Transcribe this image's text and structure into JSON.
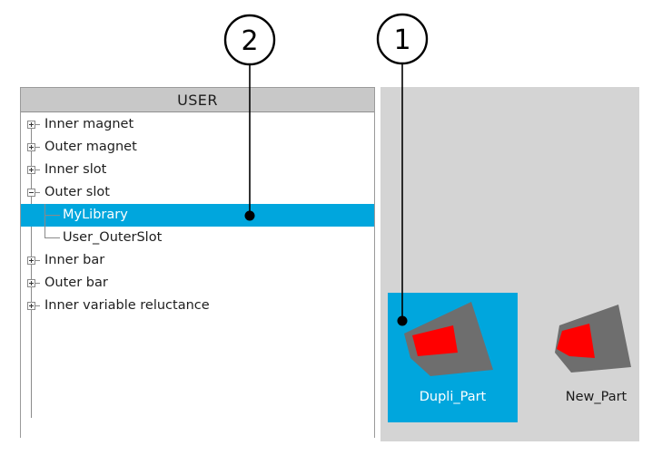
{
  "tree": {
    "header": "USER",
    "items": [
      {
        "label": "Inner magnet",
        "level": 0,
        "expander": "plus",
        "selected": false
      },
      {
        "label": "Outer magnet",
        "level": 0,
        "expander": "plus",
        "selected": false
      },
      {
        "label": "Inner slot",
        "level": 0,
        "expander": "plus",
        "selected": false
      },
      {
        "label": "Outer slot",
        "level": 0,
        "expander": "minus",
        "selected": false
      },
      {
        "label": "MyLibrary",
        "level": 1,
        "expander": "none",
        "selected": true
      },
      {
        "label": "User_OuterSlot",
        "level": 1,
        "expander": "none",
        "selected": false
      },
      {
        "label": "Inner bar",
        "level": 0,
        "expander": "plus",
        "selected": false
      },
      {
        "label": "Outer bar",
        "level": 0,
        "expander": "plus",
        "selected": false
      },
      {
        "label": "Inner variable reluctance",
        "level": 0,
        "expander": "plus",
        "selected": false
      }
    ]
  },
  "gallery": {
    "tiles": [
      {
        "label": "Dupli_Part",
        "selected": true
      },
      {
        "label": "New_Part",
        "selected": false
      }
    ]
  },
  "callouts": [
    {
      "number": "2"
    },
    {
      "number": "1"
    }
  ],
  "colors": {
    "selection_blue": "#00a6dd",
    "panel_gray": "#d4d4d4",
    "header_gray": "#c8c8c8",
    "part_body": "#6e6e6e",
    "part_slot": "#ff0000"
  }
}
